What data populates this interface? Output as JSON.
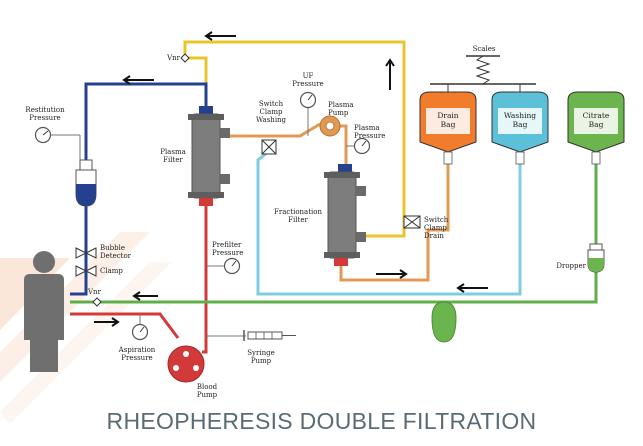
{
  "caption": "RHEOPHERESIS DOUBLE FILTRATION",
  "labels": {
    "restitution_pressure": "Restitution\nPressure",
    "vnr_top": "Vnr",
    "vnr_bottom": "Vnr",
    "uf_pressure": "UF\nPressure",
    "switch_clamp_washing": "Switch\nClamp\nWashing",
    "plasma_pump": "Plasma\nPump",
    "plasma_pressure": "Plasma\nPressure",
    "plasma_filter": "Plasma\nFilter",
    "fractionation_filter": "Fractionation\nFilter",
    "scales": "Scales",
    "drain_bag": "Drain\nBag",
    "washing_bag": "Washing\nBag",
    "citrate_bag": "Citrate\nBag",
    "bubble_detector": "Bubble\nDetector",
    "clamp": "Clamp",
    "prefilter_pressure": "Prefilter\nPressure",
    "switch_clamp_drain": "Switch\nClamp\nDrain",
    "dropper": "Dropper",
    "aspiration_pressure": "Aspiration\nPressure",
    "syringe_pump": "Syringe\nPump",
    "blood_pump": "Blood\nPump"
  },
  "colors": {
    "blood_line": "#d23a3a",
    "return_line": "#24408f",
    "filtrate_line": "#e8c42f",
    "plasma_line": "#e09a55",
    "washing_line": "#7fcde0",
    "citrate_line": "#5fae4a",
    "drain_bag": "#f07c2c",
    "washing_bag": "#5bc0d8",
    "citrate_bag": "#6cb44e",
    "filter_body": "#7d7d7d",
    "caption_text": "#5a6b73"
  },
  "icons": [
    "person-icon",
    "blood-pump-icon",
    "pressure-gauge-icon",
    "syringe-icon",
    "scales-spring-icon",
    "flow-arrow-icon",
    "switch-clamp-icon"
  ]
}
